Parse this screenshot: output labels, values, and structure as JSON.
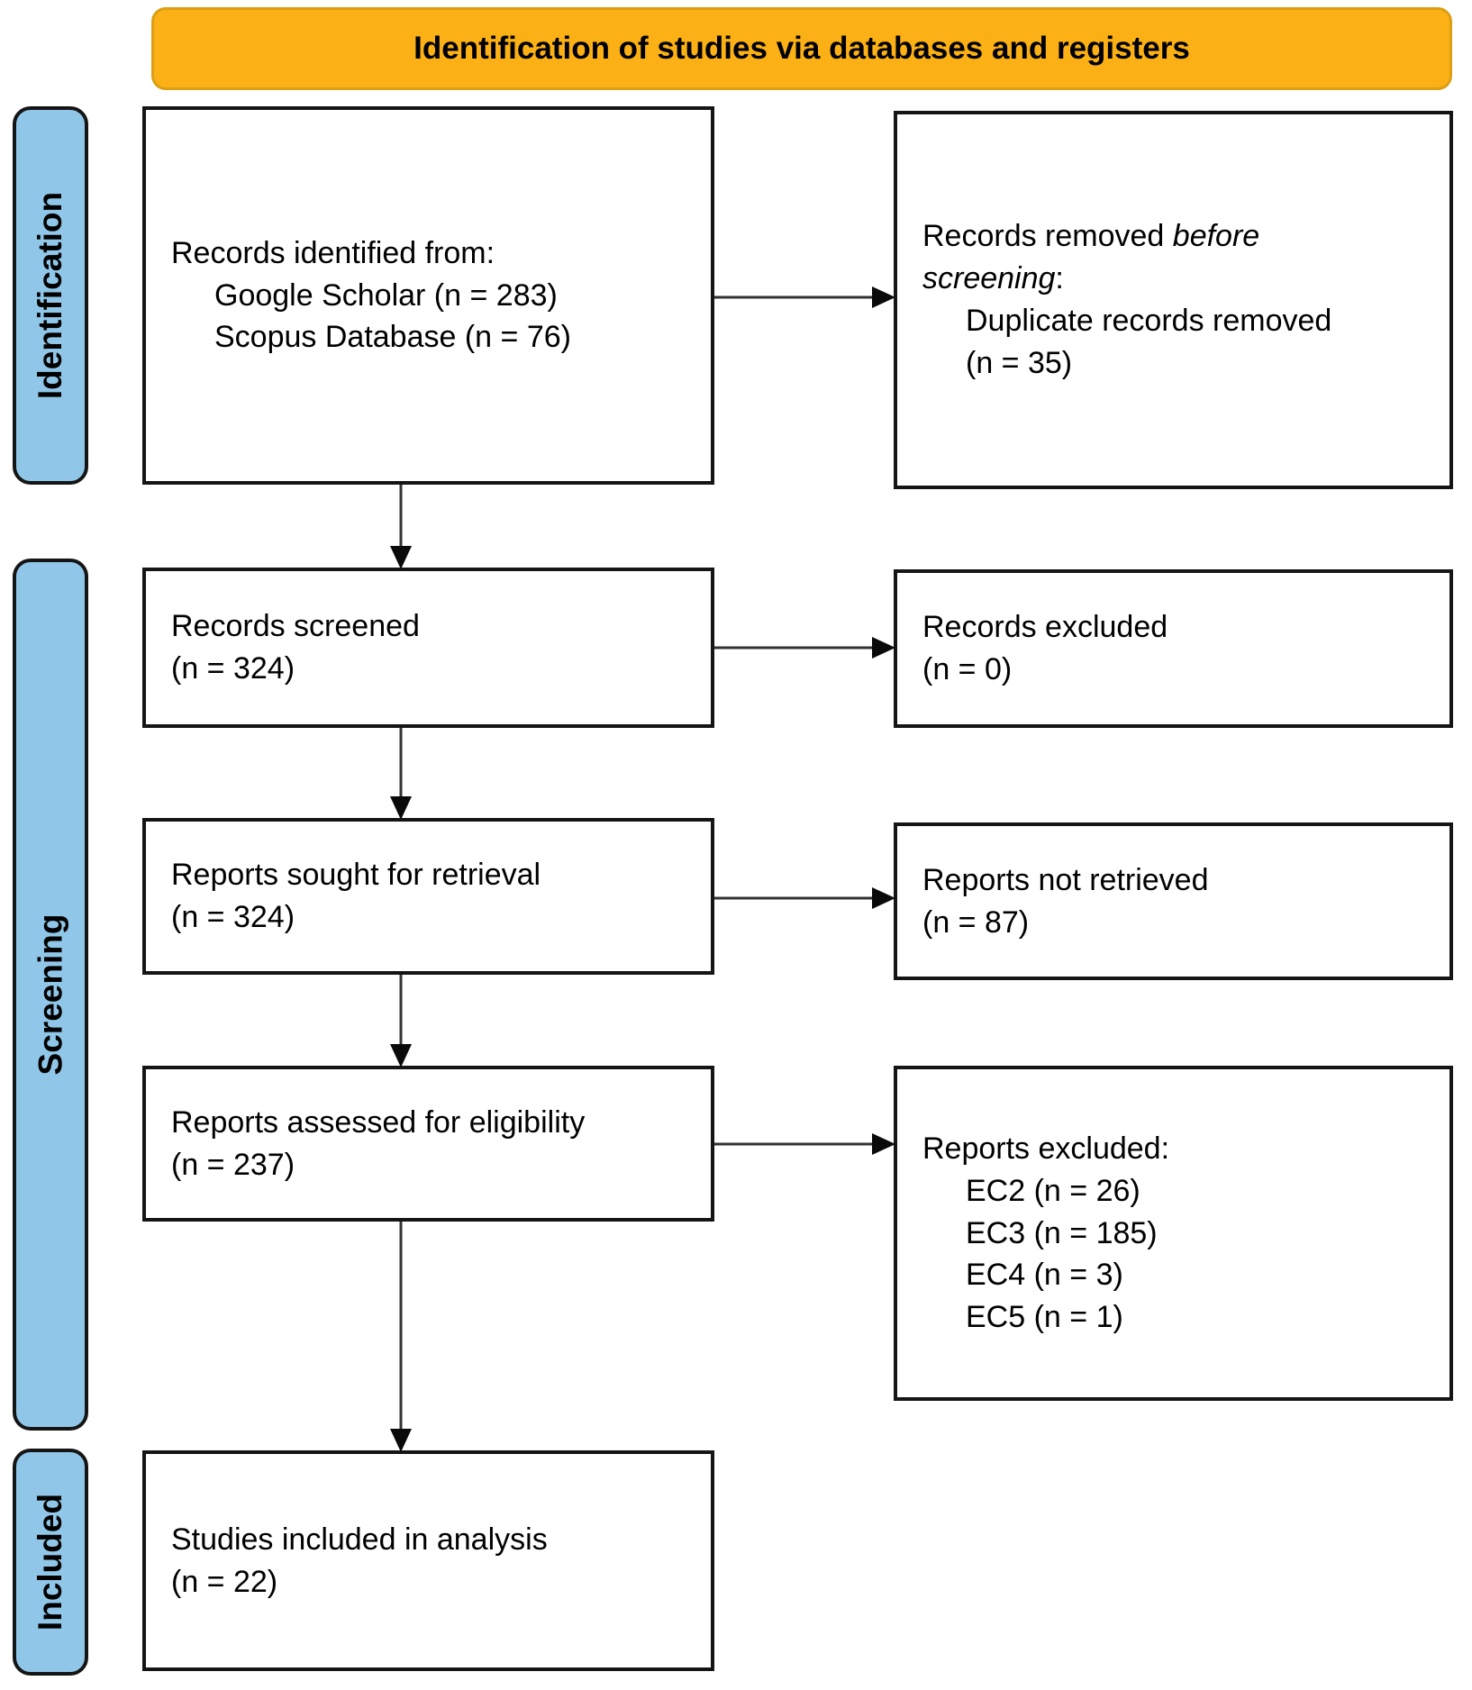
{
  "banner": {
    "label": "Identification of studies via databases and registers"
  },
  "colors": {
    "banner-bg": "#FBB116",
    "banner-border": "#DC9E12",
    "stage-bg": "#90C7E9",
    "arrow-color": "#333333"
  },
  "stages": {
    "identification": "Identification",
    "screening": "Screening",
    "included": "Included"
  },
  "boxes": {
    "records_identified": {
      "lines": [
        {
          "text": "Records identified from:"
        },
        {
          "text": "Google Scholar (n = 283)",
          "indent": true
        },
        {
          "text": "Scopus Database (n = 76)",
          "indent": true
        }
      ]
    },
    "records_removed": {
      "lines": [
        {
          "segments": [
            {
              "text": "Records removed "
            },
            {
              "text": "before",
              "italic": true
            }
          ]
        },
        {
          "segments": [
            {
              "text": "screening",
              "italic": true
            },
            {
              "text": ":"
            }
          ]
        },
        {
          "text": "Duplicate records removed",
          "indent": true
        },
        {
          "text": "(n = 35)",
          "indent": true
        }
      ]
    },
    "records_screened": {
      "lines": [
        {
          "text": "Records screened"
        },
        {
          "text": "(n = 324)"
        }
      ]
    },
    "records_excluded": {
      "lines": [
        {
          "text": "Records excluded"
        },
        {
          "text": "(n = 0)"
        }
      ]
    },
    "reports_sought": {
      "lines": [
        {
          "text": "Reports sought for retrieval"
        },
        {
          "text": "(n = 324)"
        }
      ]
    },
    "reports_not_retrieved": {
      "lines": [
        {
          "text": "Reports not retrieved"
        },
        {
          "text": "(n = 87)"
        }
      ]
    },
    "reports_assessed": {
      "lines": [
        {
          "text": "Reports assessed for eligibility"
        },
        {
          "text": "(n = 237)"
        }
      ]
    },
    "reports_excluded": {
      "lines": [
        {
          "text": "Reports excluded:"
        },
        {
          "text": "EC2 (n = 26)",
          "indent": true
        },
        {
          "text": "EC3 (n = 185)",
          "indent": true
        },
        {
          "text": "EC4 (n = 3)",
          "indent": true
        },
        {
          "text": "EC5 (n = 1)",
          "indent": true
        }
      ]
    },
    "studies_included": {
      "lines": [
        {
          "text": "Studies included in analysis"
        },
        {
          "text": "(n = 22)"
        }
      ]
    }
  }
}
